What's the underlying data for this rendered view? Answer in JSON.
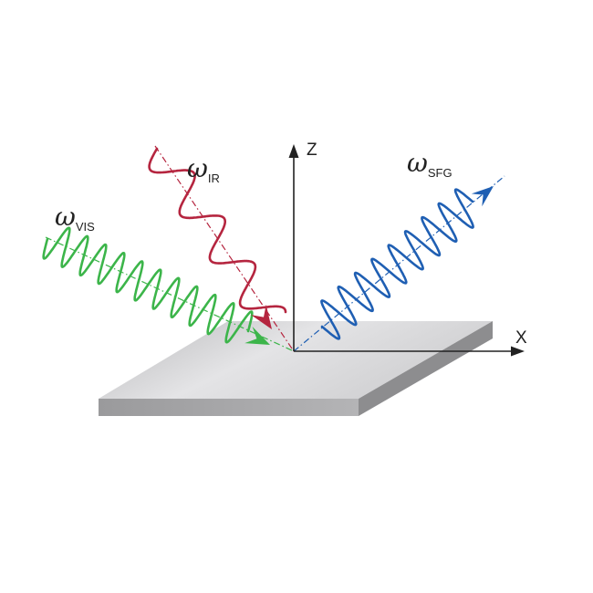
{
  "diagram": {
    "axes": {
      "z_label": "Z",
      "x_label": "X"
    },
    "beams": {
      "ir": {
        "symbol": "ω",
        "subscript": "IR",
        "color": "#b5253f"
      },
      "vis": {
        "symbol": "ω",
        "subscript": "VIS",
        "color": "#3cb54a"
      },
      "sfg": {
        "symbol": "ω",
        "subscript": "SFG",
        "color": "#1f5fb3"
      }
    },
    "surface_color": "#c9c9cb",
    "axis_color": "#222222"
  }
}
